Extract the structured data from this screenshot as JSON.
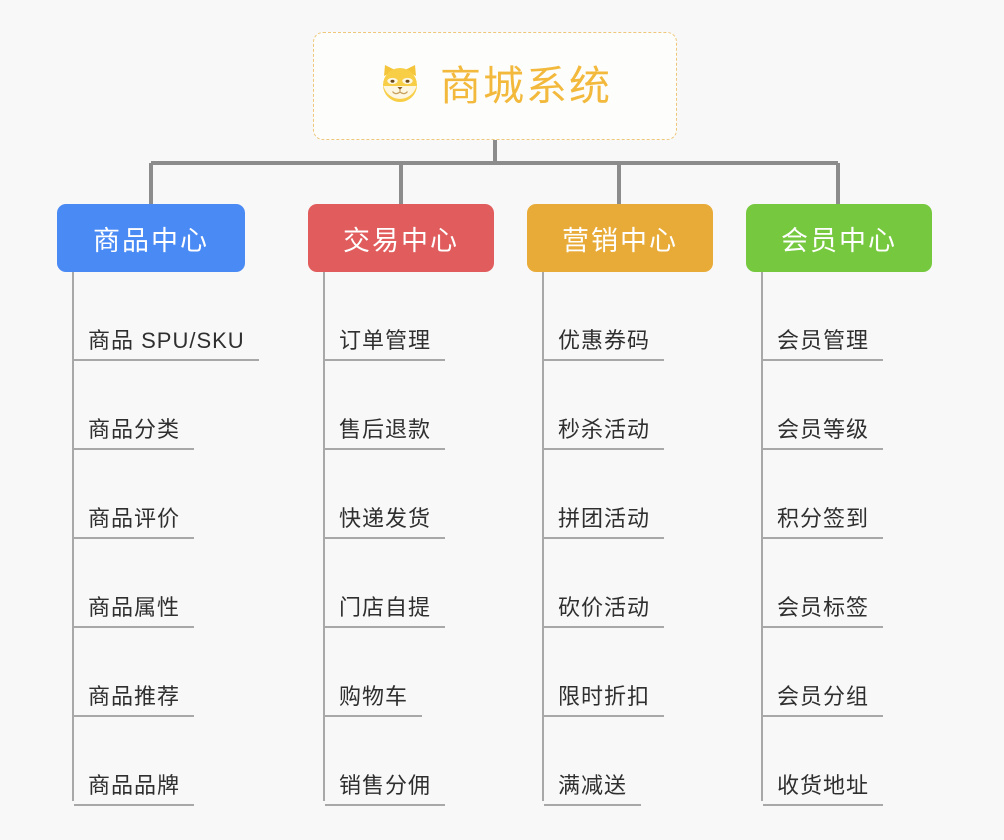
{
  "canvas": {
    "background": "#f8f8f8",
    "connector_color": "#8c8c8c",
    "leaf_line_color": "#a8a8a8"
  },
  "root": {
    "icon": "shiba-dog-face-emoji",
    "icon_glyph": "🐶",
    "title": "商城系统",
    "title_color": "#f2b93c",
    "border_color": "#eec77a",
    "border_style": "dashed",
    "background": "#fdfdfb"
  },
  "branches": [
    {
      "label": "商品中心",
      "color": "#4a8af4",
      "items": [
        "商品 SPU/SKU",
        "商品分类",
        "商品评价",
        "商品属性",
        "商品推荐",
        "商品品牌"
      ]
    },
    {
      "label": "交易中心",
      "color": "#e15c5c",
      "items": [
        "订单管理",
        "售后退款",
        "快递发货",
        "门店自提",
        "购物车",
        "销售分佣"
      ]
    },
    {
      "label": "营销中心",
      "color": "#e8ab38",
      "items": [
        "优惠券码",
        "秒杀活动",
        "拼团活动",
        "砍价活动",
        "限时折扣",
        "满减送"
      ]
    },
    {
      "label": "会员中心",
      "color": "#76c93e",
      "items": [
        "会员管理",
        "会员等级",
        "积分签到",
        "会员标签",
        "会员分组",
        "收货地址"
      ]
    }
  ]
}
